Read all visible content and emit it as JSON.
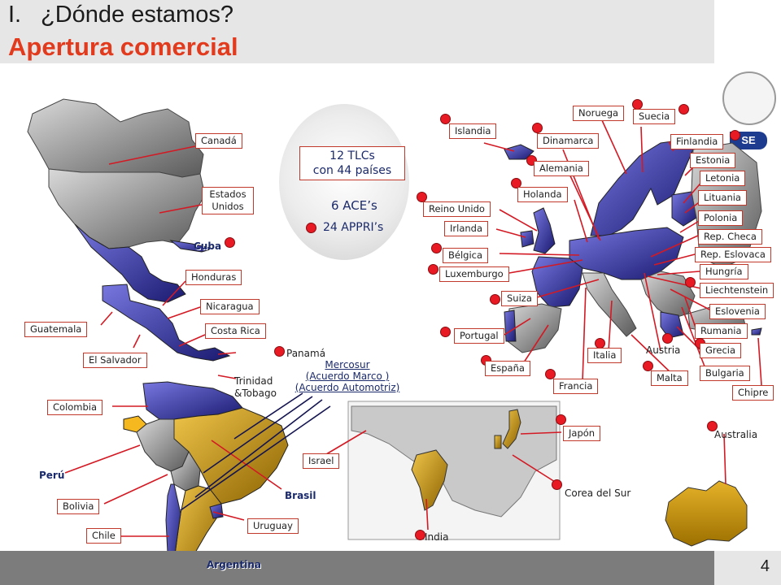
{
  "header": {
    "number": "I.",
    "title": "¿Dónde estamos?",
    "subtitle": "Apertura comercial"
  },
  "page_number": "4",
  "logo": {
    "badge_text": "SE"
  },
  "stats": {
    "tlcs": "12 TLCs",
    "countries": "con 44 países",
    "aces": "6 ACE’s",
    "appris": "24 APPRI’s"
  },
  "mercosur": {
    "name": "Mercosur",
    "marco": "(Acuerdo Marco )",
    "automotriz": "(Acuerdo Automotriz)"
  },
  "americas": {
    "canada": "Canadá",
    "usa": "Estados Unidos",
    "cuba": "Cuba",
    "honduras": "Honduras",
    "guatemala": "Guatemala",
    "nicaragua": "Nicaragua",
    "costa_rica": "Costa Rica",
    "el_salvador": "El Salvador",
    "panama": "Panamá",
    "trinidad": "Trinidad &Tobago",
    "colombia": "Colombia",
    "peru": "Perú",
    "bolivia": "Bolivia",
    "chile": "Chile",
    "brasil": "Brasil",
    "uruguay": "Uruguay",
    "argentina": "Argentina"
  },
  "europe": {
    "islandia": "Islandia",
    "dinamarca": "Dinamarca",
    "noruega": "Noruega",
    "suecia": "Suecia",
    "finlandia": "Finlandia",
    "alemania": "Alemania",
    "estonia": "Estonia",
    "holanda": "Holanda",
    "letonia": "Letonia",
    "reino_unido": "Reino Unido",
    "lituania": "Lituania",
    "irlanda": "Irlanda",
    "polonia": "Polonia",
    "rep_checa": "Rep. Checa",
    "belgica": "Bélgica",
    "rep_eslovaca": "Rep. Eslovaca",
    "luxemburgo": "Luxemburgo",
    "hungria": "Hungría",
    "liechtenstein": "Liechtenstein",
    "suiza": "Suiza",
    "eslovenia": "Eslovenia",
    "rumania": "Rumania",
    "portugal": "Portugal",
    "austria": "Austria",
    "grecia": "Grecia",
    "italia": "Italia",
    "espana": "España",
    "malta": "Malta",
    "bulgaria": "Bulgaria",
    "francia": "Francia",
    "chipre": "Chipre"
  },
  "asia_oceania": {
    "israel": "Israel",
    "japon": "Japón",
    "corea": "Corea del Sur",
    "india": "India",
    "australia": "Australia"
  },
  "colors": {
    "header_bg": "#e6e6e6",
    "subtitle": "#e23a1d",
    "agreement_blue": "#2a2a8c",
    "mercosur_gold": "#c8980a",
    "footer": "#7c7c7c",
    "marker": "#e81a24"
  }
}
